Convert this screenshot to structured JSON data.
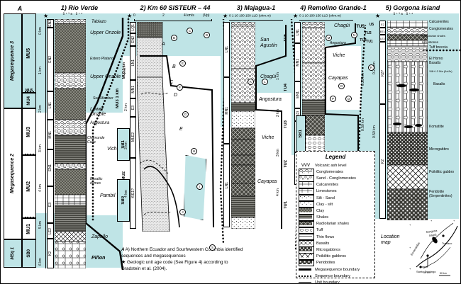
{
  "figure": {
    "panel_label": "A",
    "caption_line1": "A) Northern Ecuador and Sourhwestern Colombia identified",
    "caption_line2": "sequences and megasequences",
    "caption_line3": "Geologic unit age code (See Figure 4) according to",
    "caption_line4": "Gradstein et al. (2004).",
    "star_glyph": "★"
  },
  "megasequence_column": {
    "header": "A",
    "items": [
      {
        "label": "Megasequence 3",
        "fill": "#bfe4e6"
      },
      {
        "label": "Megasequence 2",
        "fill": "#ffffff"
      },
      {
        "label": "MSq 1",
        "fill": "#bfe4e6"
      }
    ]
  },
  "sequence_column": {
    "items": [
      {
        "label": "MU5",
        "fill": "#bfe4e6"
      },
      {
        "label": "MU4",
        "fill": "#bfe4e6"
      },
      {
        "label": "MU3",
        "fill": "#ffffff"
      },
      {
        "label": "MU2",
        "fill": "#ffffff"
      },
      {
        "label": "MU1",
        "fill": "#ffffff"
      },
      {
        "label": "SB0",
        "fill": "#bfe4e6"
      }
    ],
    "small_tags": [
      "MU5?",
      "MU5"
    ]
  },
  "depth_scale_col1": {
    "unit": "km",
    "ticks": [
      "0 km",
      "1 km",
      "2 km",
      "3 km",
      "4 km",
      "5 km",
      "6 km"
    ]
  },
  "columns": [
    {
      "id": "col1",
      "title": "1) Río Verde",
      "scale_label": "",
      "age_codes": [
        "EN2",
        "LN1",
        "MN1",
        "EN1",
        "E3",
        "LE2",
        "K2"
      ],
      "units": [
        {
          "name": "Tablazo"
        },
        {
          "name": "Upper Onzole"
        },
        {
          "name": "Estero Platano"
        },
        {
          "name": "Upper Onzole"
        },
        {
          "name": "Sue Member"
        },
        {
          "name": "Lower Onzole"
        },
        {
          "name": "Angostura"
        },
        {
          "name": "Chumunde Cube"
        },
        {
          "name": "Viche"
        },
        {
          "name": "Basaltic domes"
        },
        {
          "name": "Pambil"
        },
        {
          "name": "Zapallo"
        },
        {
          "name": "Piñon"
        }
      ]
    },
    {
      "id": "col2",
      "title": "2) Km 60 SISTEUR – 44",
      "scale_label": "0        2       4 km/s  (Vp)",
      "scale_ticks": [
        "0",
        "2",
        "4 km/s",
        "(Vp)"
      ],
      "age_codes": [
        "LQ1",
        "EN2",
        "LN1",
        "MN1",
        "E3",
        "MLE2",
        "K/E1?"
      ],
      "seq_tags": [
        "MU3 1 km",
        "MU2",
        "SB1",
        "SB0"
      ],
      "units": [
        {
          "name": "A"
        },
        {
          "name": "B"
        },
        {
          "name": "C"
        },
        {
          "name": "D"
        },
        {
          "name": "E"
        },
        {
          "name": "HR"
        },
        {
          "name": "F"
        }
      ]
    },
    {
      "id": "col3",
      "title": "3) Majagua-1",
      "scale_label": "0  1    10 100  150  LLD (ohm.m)",
      "scale_ticks": [
        "0",
        "1",
        "10",
        "100",
        "150",
        "LLD (ohm.m)"
      ],
      "age_codes": [
        "LN1",
        "MN1",
        "LN1"
      ],
      "seq_tags": [
        "TU5",
        "TU4",
        "TU3",
        "TU2",
        "TU1"
      ],
      "units": [
        {
          "name": "San Agustín"
        },
        {
          "name": "Chagüi"
        },
        {
          "name": "Angostura"
        },
        {
          "name": "Viche"
        },
        {
          "name": "Cayapas"
        }
      ]
    },
    {
      "id": "col4",
      "title": "4) Remolino Grande-1",
      "scale_label": "0  1    10 100  150  LLD (ohm.m)",
      "scale_ticks": [
        "0",
        "1",
        "10",
        "100",
        "150",
        "LLD (ohm.m)"
      ],
      "age_codes": [
        "LN1",
        "MN1",
        "EN1",
        "(E3)",
        "LE1 - EE2?",
        "K3 - EE1?"
      ],
      "seq_tags": [
        "TU5",
        "TU4",
        "TU3",
        "TU2",
        "TU1",
        "SB1"
      ],
      "units": [
        {
          "name": "Chagüi"
        },
        {
          "name": "Angostura"
        },
        {
          "name": "Viche"
        },
        {
          "name": "Cayapas"
        }
      ]
    },
    {
      "id": "col5",
      "title": "5) Gorgona Island",
      "age_codes": [
        "E2",
        "EE1",
        "LE2",
        "K2?",
        "K2"
      ],
      "seq_tags": [
        "U5",
        "TU2",
        "TU1",
        "MU1"
      ],
      "units": [
        {
          "name": "Calcarenites"
        },
        {
          "name": "Conglomerates"
        },
        {
          "name": "Radiolarian shales"
        },
        {
          "name": "Limestones"
        },
        {
          "name": "Tuff breccia"
        },
        {
          "name": "El Horno Basalts"
        },
        {
          "name": "*88+/-3 Ma (Ar/Ar)"
        },
        {
          "name": "Basalts"
        },
        {
          "name": "Komatiite"
        },
        {
          "name": "Microgabbro"
        },
        {
          "name": "Poikilitic gabbro"
        },
        {
          "name": "Peridotite (Serpentinites)"
        }
      ],
      "depth_ticks": [
        "0.25 km",
        "0.50 km",
        "0.75 km"
      ]
    }
  ],
  "legend": {
    "title": "Legend",
    "items": [
      {
        "label": "Volcanic ash level",
        "symbol": "vvv"
      },
      {
        "label": "Conglomerates",
        "symbol": "conglomerate-pattern"
      },
      {
        "label": "Sand - Conglomerates",
        "symbol": "sand-conglomerate-pattern"
      },
      {
        "label": "Calcarenites",
        "symbol": "calcarenite-pattern"
      },
      {
        "label": "Limestones",
        "symbol": "limestone-pattern"
      },
      {
        "label": "Silt - Sand",
        "symbol": "silt-sand-pattern"
      },
      {
        "label": "Clay - silt",
        "symbol": "clay-silt-pattern"
      },
      {
        "label": "Clay",
        "symbol": "clay-pattern"
      },
      {
        "label": "Shales",
        "symbol": "shale-pattern"
      },
      {
        "label": "Radiolarian shales",
        "symbol": "radiolarian-shale-pattern"
      },
      {
        "label": "Tuff",
        "symbol": "tuff-pattern"
      },
      {
        "label": "Thin flows",
        "symbol": "thin-flows-pattern"
      },
      {
        "label": "Basalts",
        "symbol": "basalt-pattern"
      },
      {
        "label": "Microgabbros",
        "symbol": "microgabbro-pattern"
      },
      {
        "label": "Poikilitic gabbros",
        "symbol": "poikilitic-gabbro-pattern"
      },
      {
        "label": "Peridotites",
        "symbol": "peridotite-pattern"
      },
      {
        "label": "Megasequence boundary",
        "symbol": "thick-line"
      },
      {
        "label": "Sequence boundary",
        "symbol": "dotted-line"
      },
      {
        "label": "Unit boundary",
        "symbol": "thin-line"
      }
    ]
  },
  "location_map": {
    "title_line1": "Location",
    "title_line2": "map",
    "places": [
      "Gorgona Island",
      "Tumaco",
      "Esmeraldas",
      "Santo Domingo"
    ],
    "scale_bar": "50 km"
  }
}
